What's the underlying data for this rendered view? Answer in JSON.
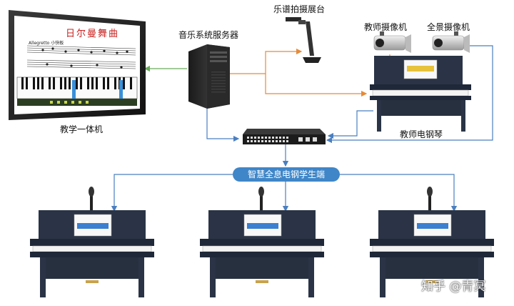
{
  "labels": {
    "score_stand": "乐谱拍摄展台",
    "teacher_camera": "教师摄像机",
    "panorama_camera": "全景摄像机",
    "music_server": "音乐系统服务器",
    "teaching_display": "教学一体机",
    "teacher_piano": "教师电钢琴",
    "student_terminal": "智慧全息电钢学生端"
  },
  "screen": {
    "title": "日尔曼舞曲",
    "tempo": "Allegretto 小快板"
  },
  "watermark": "知乎 @青冥",
  "colors": {
    "line_blue": "#4a7fc0",
    "line_orange": "#e58b3a",
    "line_green": "#6aaa5a",
    "pill": "#3f86c8",
    "piano": "#2a3446"
  }
}
